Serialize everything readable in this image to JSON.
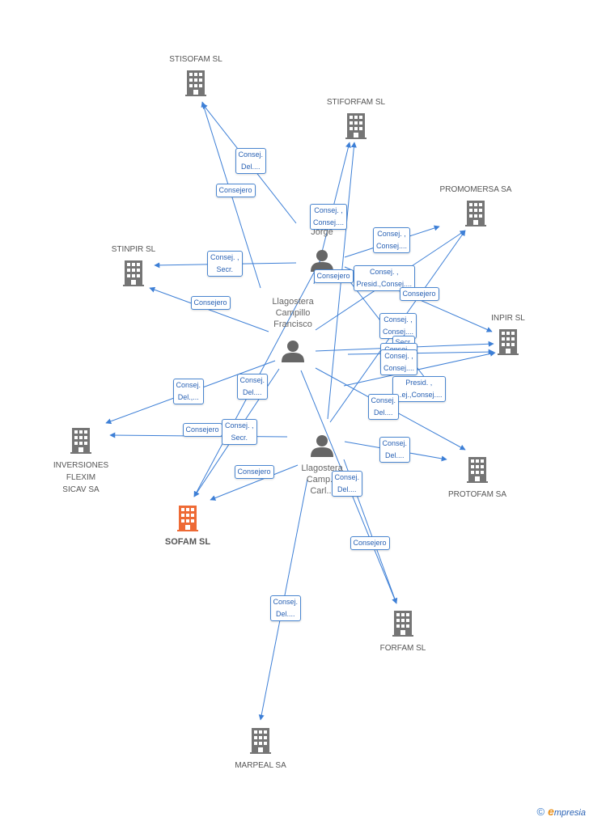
{
  "colors": {
    "edge": "#3d7fd6",
    "company": "#757575",
    "focus": "#ee6a35",
    "person": "#666666"
  },
  "companies": [
    {
      "id": "stisofam",
      "lines": [
        "STISOFAM SL"
      ]
    },
    {
      "id": "stiforfam",
      "lines": [
        "STIFORFAM SL"
      ]
    },
    {
      "id": "promomersa",
      "lines": [
        "PROMOMERSA SA"
      ]
    },
    {
      "id": "stinpir",
      "lines": [
        "STINPIR SL"
      ]
    },
    {
      "id": "inpir",
      "lines": [
        "INPIR SL"
      ]
    },
    {
      "id": "inversiones",
      "lines": [
        "INVERSIONES",
        "FLEXIM",
        "SICAV SA"
      ]
    },
    {
      "id": "protofam",
      "lines": [
        "PROTOFAM SA"
      ]
    },
    {
      "id": "sofam",
      "lines": [
        "SOFAM SL"
      ],
      "focus": true
    },
    {
      "id": "forfam",
      "lines": [
        "FORFAM SL"
      ]
    },
    {
      "id": "marpeal",
      "lines": [
        "MARPEAL SA"
      ]
    }
  ],
  "persons": [
    {
      "id": "jorge",
      "lines": [
        "Ll...",
        "C...",
        "Jorge"
      ]
    },
    {
      "id": "francisco",
      "lines": [
        "Llagostera",
        "Campillo",
        "Francisco"
      ]
    },
    {
      "id": "carlos",
      "lines": [
        "Llagostera",
        "Camp...",
        "Carl..."
      ]
    }
  ],
  "edge_labels": [
    {
      "id": "l1",
      "lines": [
        "Consej.",
        "Del...."
      ]
    },
    {
      "id": "l2",
      "lines": [
        "Consejero"
      ]
    },
    {
      "id": "l3",
      "lines": [
        "Consej. ,",
        "Consej...."
      ]
    },
    {
      "id": "l4",
      "lines": [
        "Consej. ,",
        "Consej...."
      ]
    },
    {
      "id": "l5",
      "lines": [
        "Consej. ,",
        "Secr."
      ]
    },
    {
      "id": "l6",
      "lines": [
        "Consej. ,",
        "Presid.,Consej...."
      ]
    },
    {
      "id": "l7",
      "lines": [
        "Consejero"
      ]
    },
    {
      "id": "l8",
      "lines": [
        "Consejero"
      ]
    },
    {
      "id": "l9",
      "lines": [
        "Consejero"
      ]
    },
    {
      "id": "l10",
      "lines": [
        "Consej. ,",
        "Consej...."
      ]
    },
    {
      "id": "l11",
      "lines": [
        "Secr."
      ]
    },
    {
      "id": "l12",
      "lines": [
        "Consej. ,",
        "Consej...."
      ]
    },
    {
      "id": "l13",
      "lines": [
        "Consej. ,",
        "Consej...."
      ]
    },
    {
      "id": "l14",
      "lines": [
        "Presid. ,",
        "...ej.,Consej...."
      ]
    },
    {
      "id": "l15",
      "lines": [
        "Consej.",
        "Del.,..."
      ]
    },
    {
      "id": "l16",
      "lines": [
        "Consej.",
        "Del...."
      ]
    },
    {
      "id": "l17",
      "lines": [
        "Consej.",
        "Del...."
      ]
    },
    {
      "id": "l18",
      "lines": [
        "Consejero"
      ]
    },
    {
      "id": "l19",
      "lines": [
        "Consej. ,",
        "Secr."
      ]
    },
    {
      "id": "l20",
      "lines": [
        "Consejero"
      ]
    },
    {
      "id": "l21",
      "lines": [
        "Consej.",
        "Del...."
      ]
    },
    {
      "id": "l22",
      "lines": [
        "Consej.",
        "Del...."
      ]
    },
    {
      "id": "l23",
      "lines": [
        "Consejero"
      ]
    },
    {
      "id": "l24",
      "lines": [
        "Consej.",
        "Del...."
      ]
    }
  ],
  "footer": {
    "copyright": "©",
    "brand_initial": "e",
    "brand_rest": "mpresia"
  }
}
